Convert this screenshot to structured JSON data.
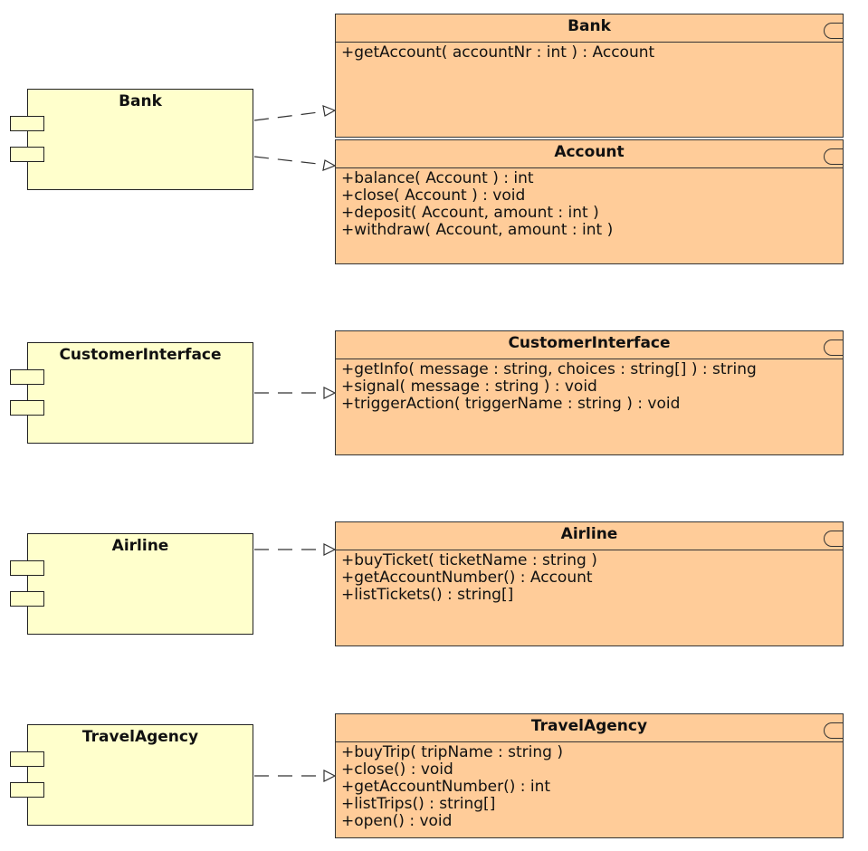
{
  "components": [
    {
      "id": "bank",
      "name": "Bank"
    },
    {
      "id": "customer-interface",
      "name": "CustomerInterface"
    },
    {
      "id": "airline",
      "name": "Airline"
    },
    {
      "id": "travel-agency",
      "name": "TravelAgency"
    }
  ],
  "interfaces": [
    {
      "id": "bank",
      "name": "Bank",
      "operations": [
        "+getAccount( accountNr : int ) : Account"
      ]
    },
    {
      "id": "account",
      "name": "Account",
      "operations": [
        "+balance( Account ) : int",
        "+close( Account ) : void",
        "+deposit( Account, amount : int )",
        "+withdraw( Account, amount : int )"
      ]
    },
    {
      "id": "customer-interface",
      "name": "CustomerInterface",
      "operations": [
        "+getInfo( message : string, choices : string[] ) : string",
        "+signal( message : string ) : void",
        "+triggerAction( triggerName : string ) : void"
      ]
    },
    {
      "id": "airline",
      "name": "Airline",
      "operations": [
        "+buyTicket( ticketName : string )",
        "+getAccountNumber() : Account",
        "+listTickets() : string[]"
      ]
    },
    {
      "id": "travel-agency",
      "name": "TravelAgency",
      "operations": [
        "+buyTrip( tripName : string )",
        "+close() : void",
        "+getAccountNumber() : int",
        "+listTrips() : string[]",
        "+open() : void"
      ]
    }
  ],
  "colors": {
    "component_fill": "#ffffcc",
    "interface_fill": "#ffcc99",
    "line": "#333333"
  }
}
